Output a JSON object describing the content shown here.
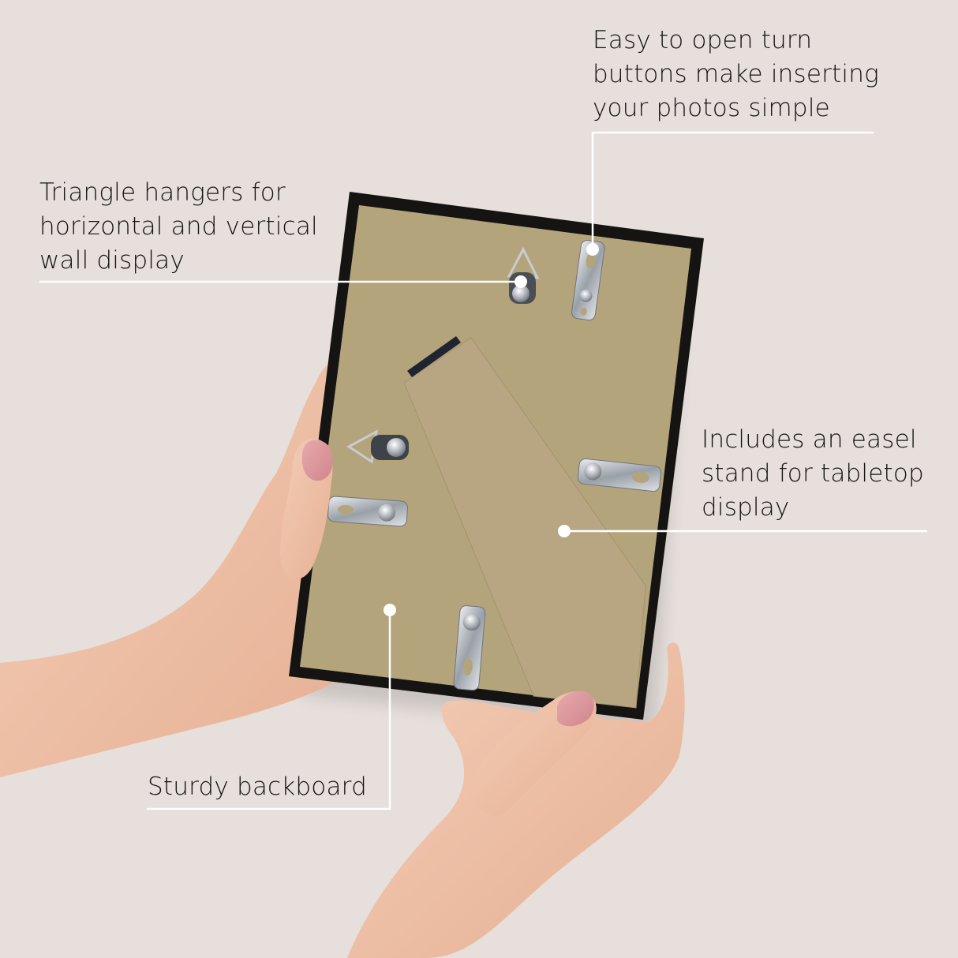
{
  "callouts": [
    {
      "id": "turn-buttons",
      "lines": [
        "Easy to open turn",
        "buttons make inserting",
        "your photos simple"
      ],
      "dot": [
        751,
        316
      ]
    },
    {
      "id": "triangle-hangers",
      "lines": [
        "Triangle hangers for",
        "horizontal and vertical",
        "wall display"
      ],
      "dot": [
        660,
        357
      ]
    },
    {
      "id": "easel-stand",
      "lines": [
        "Includes an easel",
        "stand for tabletop",
        "display"
      ],
      "dot": [
        715,
        673
      ]
    },
    {
      "id": "backboard",
      "lines": [
        "Sturdy backboard"
      ],
      "dot": [
        494,
        773
      ]
    }
  ],
  "colors": {
    "background": "#e6dfdb",
    "frame": "#151412",
    "backboard": "#b3a47c",
    "easel": "#b8a682",
    "skin": "#eec1a6",
    "nail": "#d9959a",
    "metal": "#b8bcc2",
    "callout_line": "#ffffff",
    "text": "#141414"
  }
}
